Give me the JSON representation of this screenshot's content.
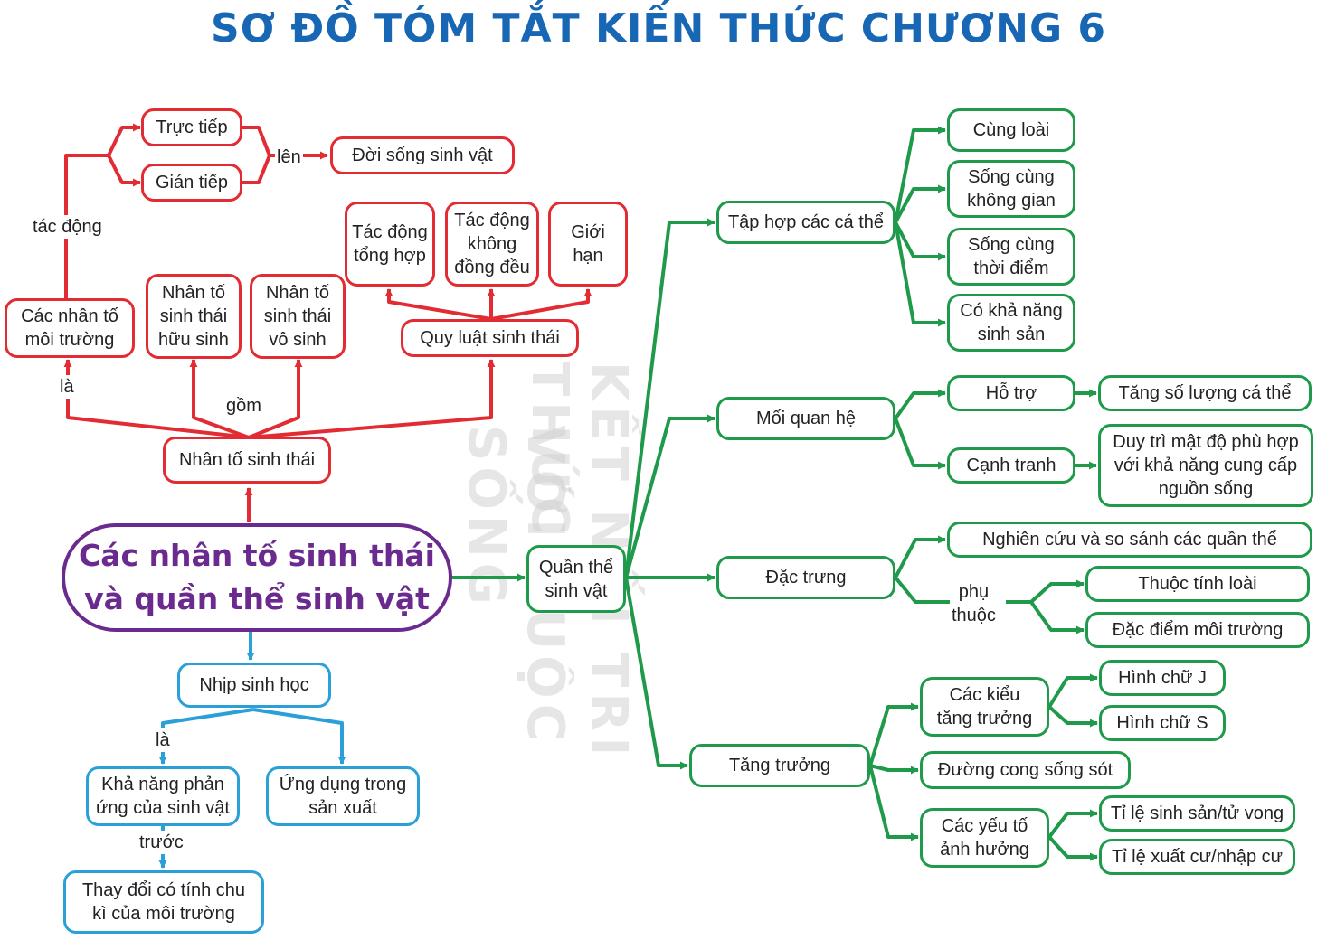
{
  "title": "SƠ ĐỒ TÓM TẮT KIẾN THỨC CHƯƠNG 6",
  "watermark": [
    "KẾT NỐI TRI THỨC",
    "VỚI CUỘC SỐNG"
  ],
  "colors": {
    "title": "#1867b4",
    "red": "#e32b33",
    "green": "#1e9a4a",
    "blue": "#2a9fd8",
    "purple": "#6a2a8e"
  },
  "center": "Các nhân tố sinh thái\nvà quần thể sinh vật",
  "red_branch": {
    "nhan_to_sinh_thai": "Nhân tố sinh thái",
    "cac_nhan_to_moi_truong": "Các nhân tố\nmôi trường",
    "nhan_to_huu_sinh": "Nhân tố\nsinh thái\nhữu sinh",
    "nhan_to_vo_sinh": "Nhân tố\nsinh thái\nvô sinh",
    "quy_luat": "Quy luật sinh thái",
    "tac_dong_tong_hop": "Tác động\ntổng hợp",
    "tac_dong_khong_dong_deu": "Tác động\nkhông\nđồng đều",
    "gioi_han": "Giới hạn",
    "truc_tiep": "Trực tiếp",
    "gian_tiep": "Gián tiếp",
    "doi_song": "Đời sống sinh vật",
    "labels": {
      "tac_dong": "tác động",
      "len": "lên",
      "la": "là",
      "gom": "gồm"
    }
  },
  "blue_branch": {
    "nhip_sinh_hoc": "Nhịp sinh học",
    "kha_nang": "Khả năng phản\nứng của sinh vật",
    "ung_dung": "Ứng dụng trong\nsản xuất",
    "thay_doi": "Thay đổi có tính chu\nkì của môi trường",
    "labels": {
      "la": "là",
      "truoc": "trước"
    }
  },
  "green_branch": {
    "quan_the": "Quần thể\nsinh vật",
    "tap_hop": "Tập hợp các cá thể",
    "cung_loai": "Cùng loài",
    "song_cung_khong_gian": "Sống cùng\nkhông gian",
    "song_cung_thoi_diem": "Sống cùng\nthời điểm",
    "co_kha_nang": "Có khả năng\nsinh sản",
    "moi_quan_he": "Mối quan hệ",
    "ho_tro": "Hỗ trợ",
    "tang_so_luong": "Tăng số lượng cá thể",
    "canh_tranh": "Cạnh tranh",
    "duy_tri": "Duy trì mật độ phù hợp\nvới khả năng cung cấp\nnguồn sống",
    "dac_trung": "Đặc trưng",
    "nghien_cuu": "Nghiên cứu và so sánh các quần thể",
    "phu_thuoc_label": "phụ\nthuộc",
    "thuoc_tinh_loai": "Thuộc tính loài",
    "dac_diem_moi_truong": "Đặc điểm môi trường",
    "tang_truong": "Tăng trưởng",
    "cac_kieu": "Các kiểu\ntăng trưởng",
    "hinh_chu_j": "Hình chữ J",
    "hinh_chu_s": "Hình chữ S",
    "duong_cong": "Đường cong sống sót",
    "cac_yeu_to": "Các yếu tố\nảnh hưởng",
    "ti_le_sinh_san": "Tỉ lệ sinh sản/tử vong",
    "ti_le_xuat_cu": "Tỉ lệ xuất cư/nhập cư"
  }
}
